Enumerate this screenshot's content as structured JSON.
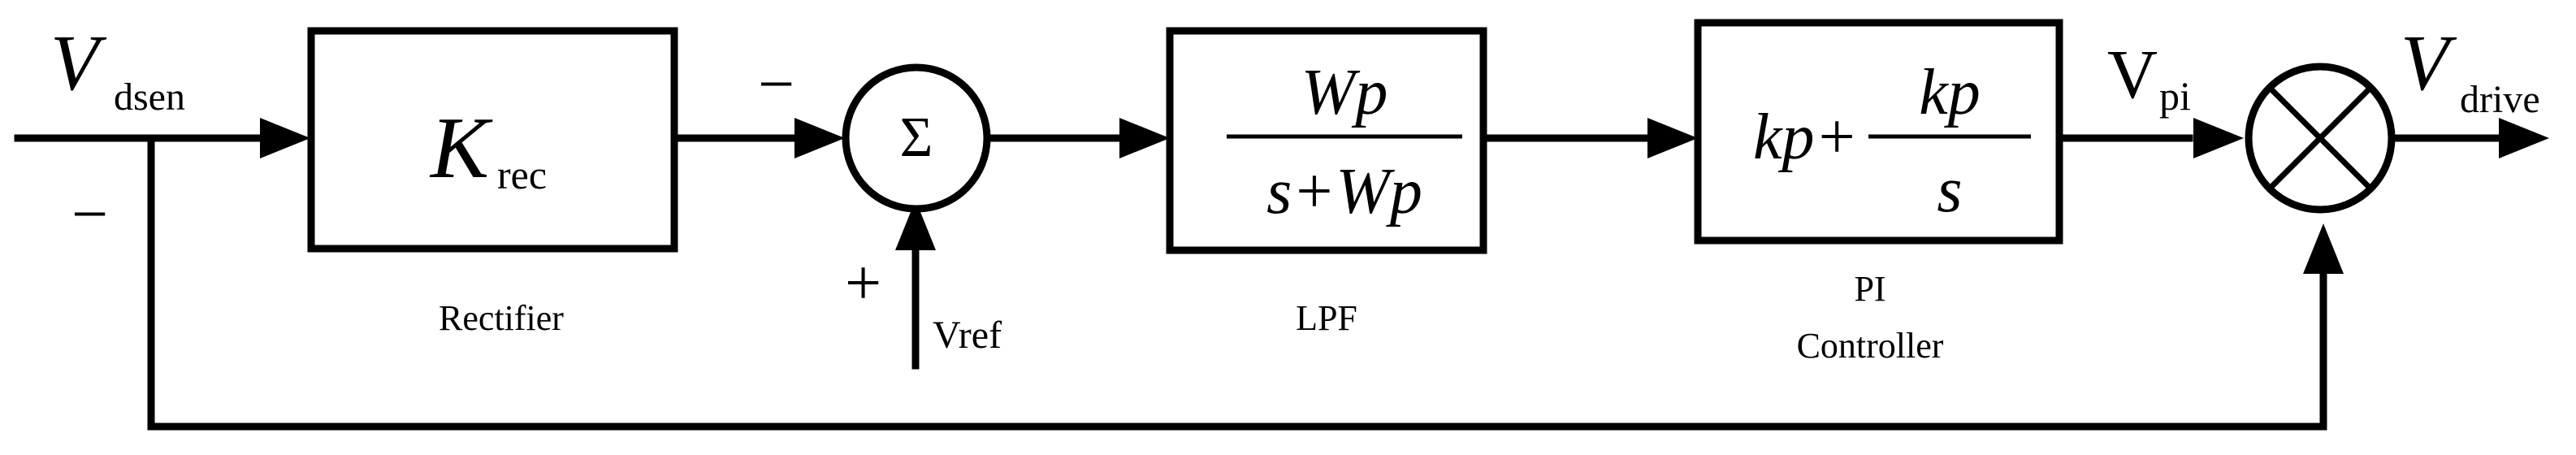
{
  "signals": {
    "input_main": "V",
    "input_sub": "dsen",
    "minus_feedback": "−",
    "minus_sum": "−",
    "plus_ref": "+",
    "ref_label": "Vref",
    "pi_out_main": "V",
    "pi_out_sub": "pi",
    "drive_main": "V",
    "drive_sub": "drive"
  },
  "blocks": {
    "rectifier": {
      "gain_main": "K",
      "gain_sub": "rec",
      "caption": "Rectifier"
    },
    "summer": {
      "symbol": "Σ"
    },
    "lpf": {
      "numerator": "Wp",
      "denominator": "s+Wp",
      "caption": "LPF"
    },
    "pi": {
      "left_term": "kp+",
      "numerator": "kp",
      "denominator": "s",
      "caption_line1": "PI",
      "caption_line2": "Controller"
    },
    "multiplier": {
      "symbol": "×"
    }
  }
}
